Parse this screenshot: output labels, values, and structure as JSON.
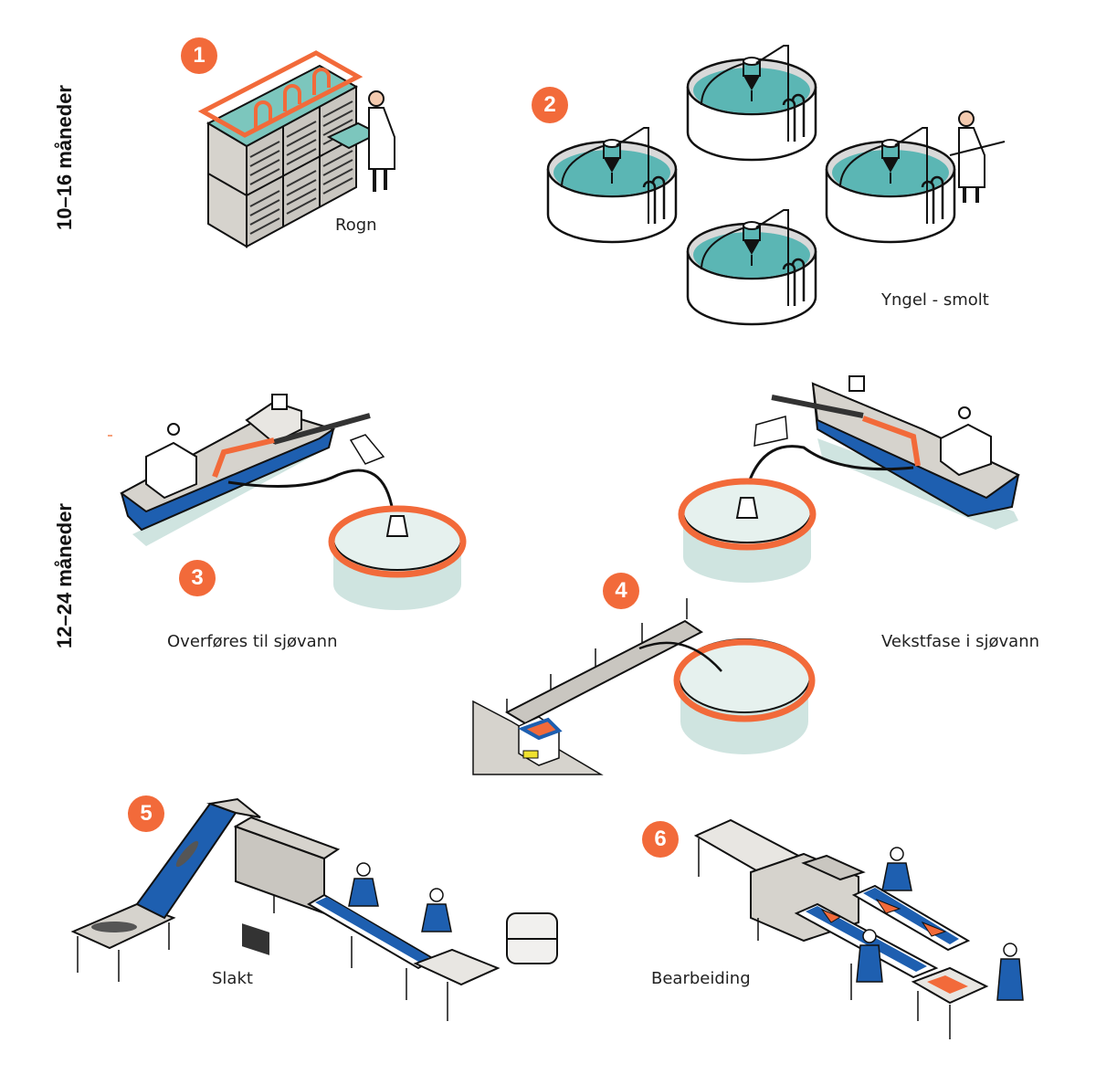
{
  "phases": [
    {
      "label": "10–16 måneder"
    },
    {
      "label": "12–24 måneder"
    }
  ],
  "steps": [
    {
      "number": "1",
      "caption": "Rogn"
    },
    {
      "number": "2",
      "caption": "Yngel - smolt"
    },
    {
      "number": "3",
      "caption": "Overføres til sjøvann"
    },
    {
      "number": "4",
      "caption": "Vekstfase i sjøvann"
    },
    {
      "number": "5",
      "caption": "Slakt"
    },
    {
      "number": "6",
      "caption": "Bearbeiding"
    }
  ],
  "colors": {
    "accent": "#f26a3a",
    "water": "#5bb6b4",
    "sea": "#cfe4e0",
    "hull_blue": "#1e5fb0",
    "steel": "#d6d3cd",
    "outline": "#111111"
  }
}
